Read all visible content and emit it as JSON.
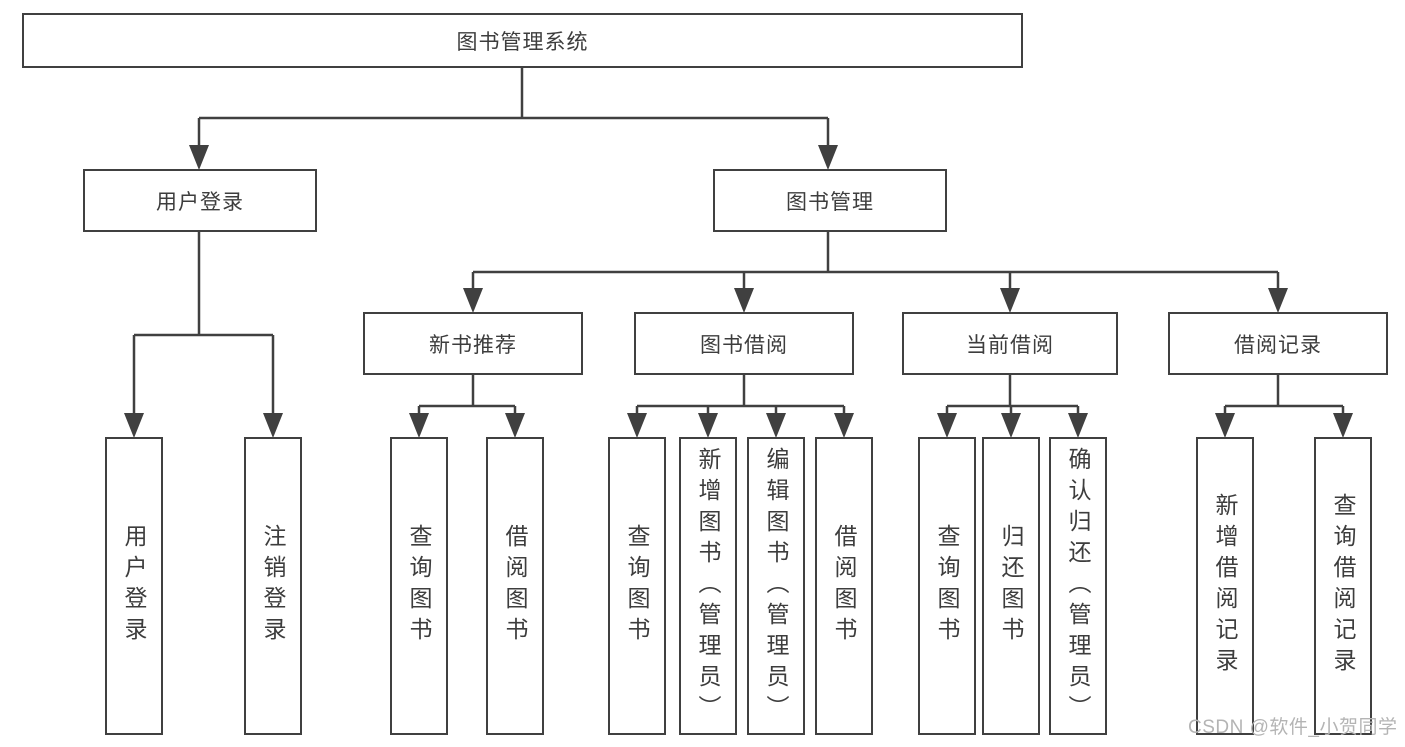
{
  "tree": {
    "label": "图书管理系统",
    "children": [
      {
        "label": "用户登录",
        "children": [
          {
            "label": "用户登录"
          },
          {
            "label": "注销登录"
          }
        ]
      },
      {
        "label": "图书管理",
        "children": [
          {
            "label": "新书推荐",
            "children": [
              {
                "label": "查询图书"
              },
              {
                "label": "借阅图书"
              }
            ]
          },
          {
            "label": "图书借阅",
            "children": [
              {
                "label": "查询图书"
              },
              {
                "label": "新增图书（管理员）"
              },
              {
                "label": "编辑图书（管理员）"
              },
              {
                "label": "借阅图书"
              }
            ]
          },
          {
            "label": "当前借阅",
            "children": [
              {
                "label": "查询图书"
              },
              {
                "label": "归还图书"
              },
              {
                "label": "确认归还（管理员）"
              }
            ]
          },
          {
            "label": "借阅记录",
            "children": [
              {
                "label": "新增借阅记录"
              },
              {
                "label": "查询借阅记录"
              }
            ]
          }
        ]
      }
    ]
  },
  "watermark": {
    "text": "CSDN @软件_小贺同学"
  },
  "colors": {
    "line": "#404040",
    "text": "#3d3d3d",
    "watermark": "#b4b4b4",
    "background": "#ffffff"
  }
}
